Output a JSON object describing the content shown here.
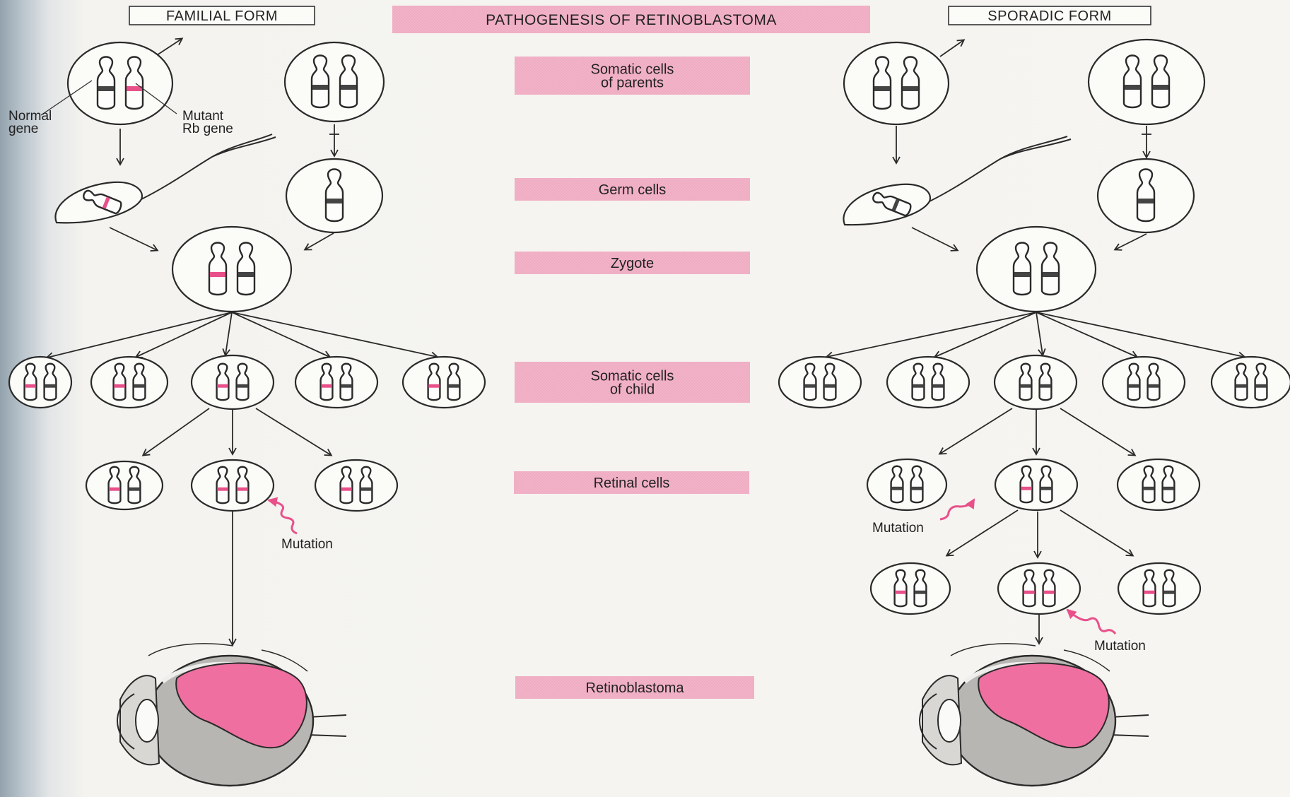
{
  "title": "PATHOGENESIS OF RETINOBLASTOMA",
  "familial": {
    "title": "FAMILIAL FORM",
    "normal_gene_label": [
      "Normal",
      "gene"
    ],
    "mutant_gene_label": [
      "Mutant",
      "Rb gene"
    ],
    "mutation_label": "Mutation"
  },
  "sporadic": {
    "title": "SPORADIC FORM",
    "mutation_label_1": "Mutation",
    "mutation_label_2": "Mutation"
  },
  "stages": [
    {
      "id": "somatic-parents",
      "lines": [
        "Somatic cells",
        "of parents"
      ]
    },
    {
      "id": "germ",
      "lines": [
        "Germ cells"
      ]
    },
    {
      "id": "zygote",
      "lines": [
        "Zygote"
      ]
    },
    {
      "id": "somatic-child",
      "lines": [
        "Somatic cells",
        "of child"
      ]
    },
    {
      "id": "retinal",
      "lines": [
        "Retinal cells"
      ]
    },
    {
      "id": "retinoblastoma",
      "lines": [
        "Retinoblastoma"
      ]
    }
  ],
  "colors": {
    "mutant_band": "#e8508a",
    "normal_band": "#444444",
    "label_box": "#f2b3c8",
    "tumor": "#ee6fa0",
    "line": "#2a2a2a"
  }
}
